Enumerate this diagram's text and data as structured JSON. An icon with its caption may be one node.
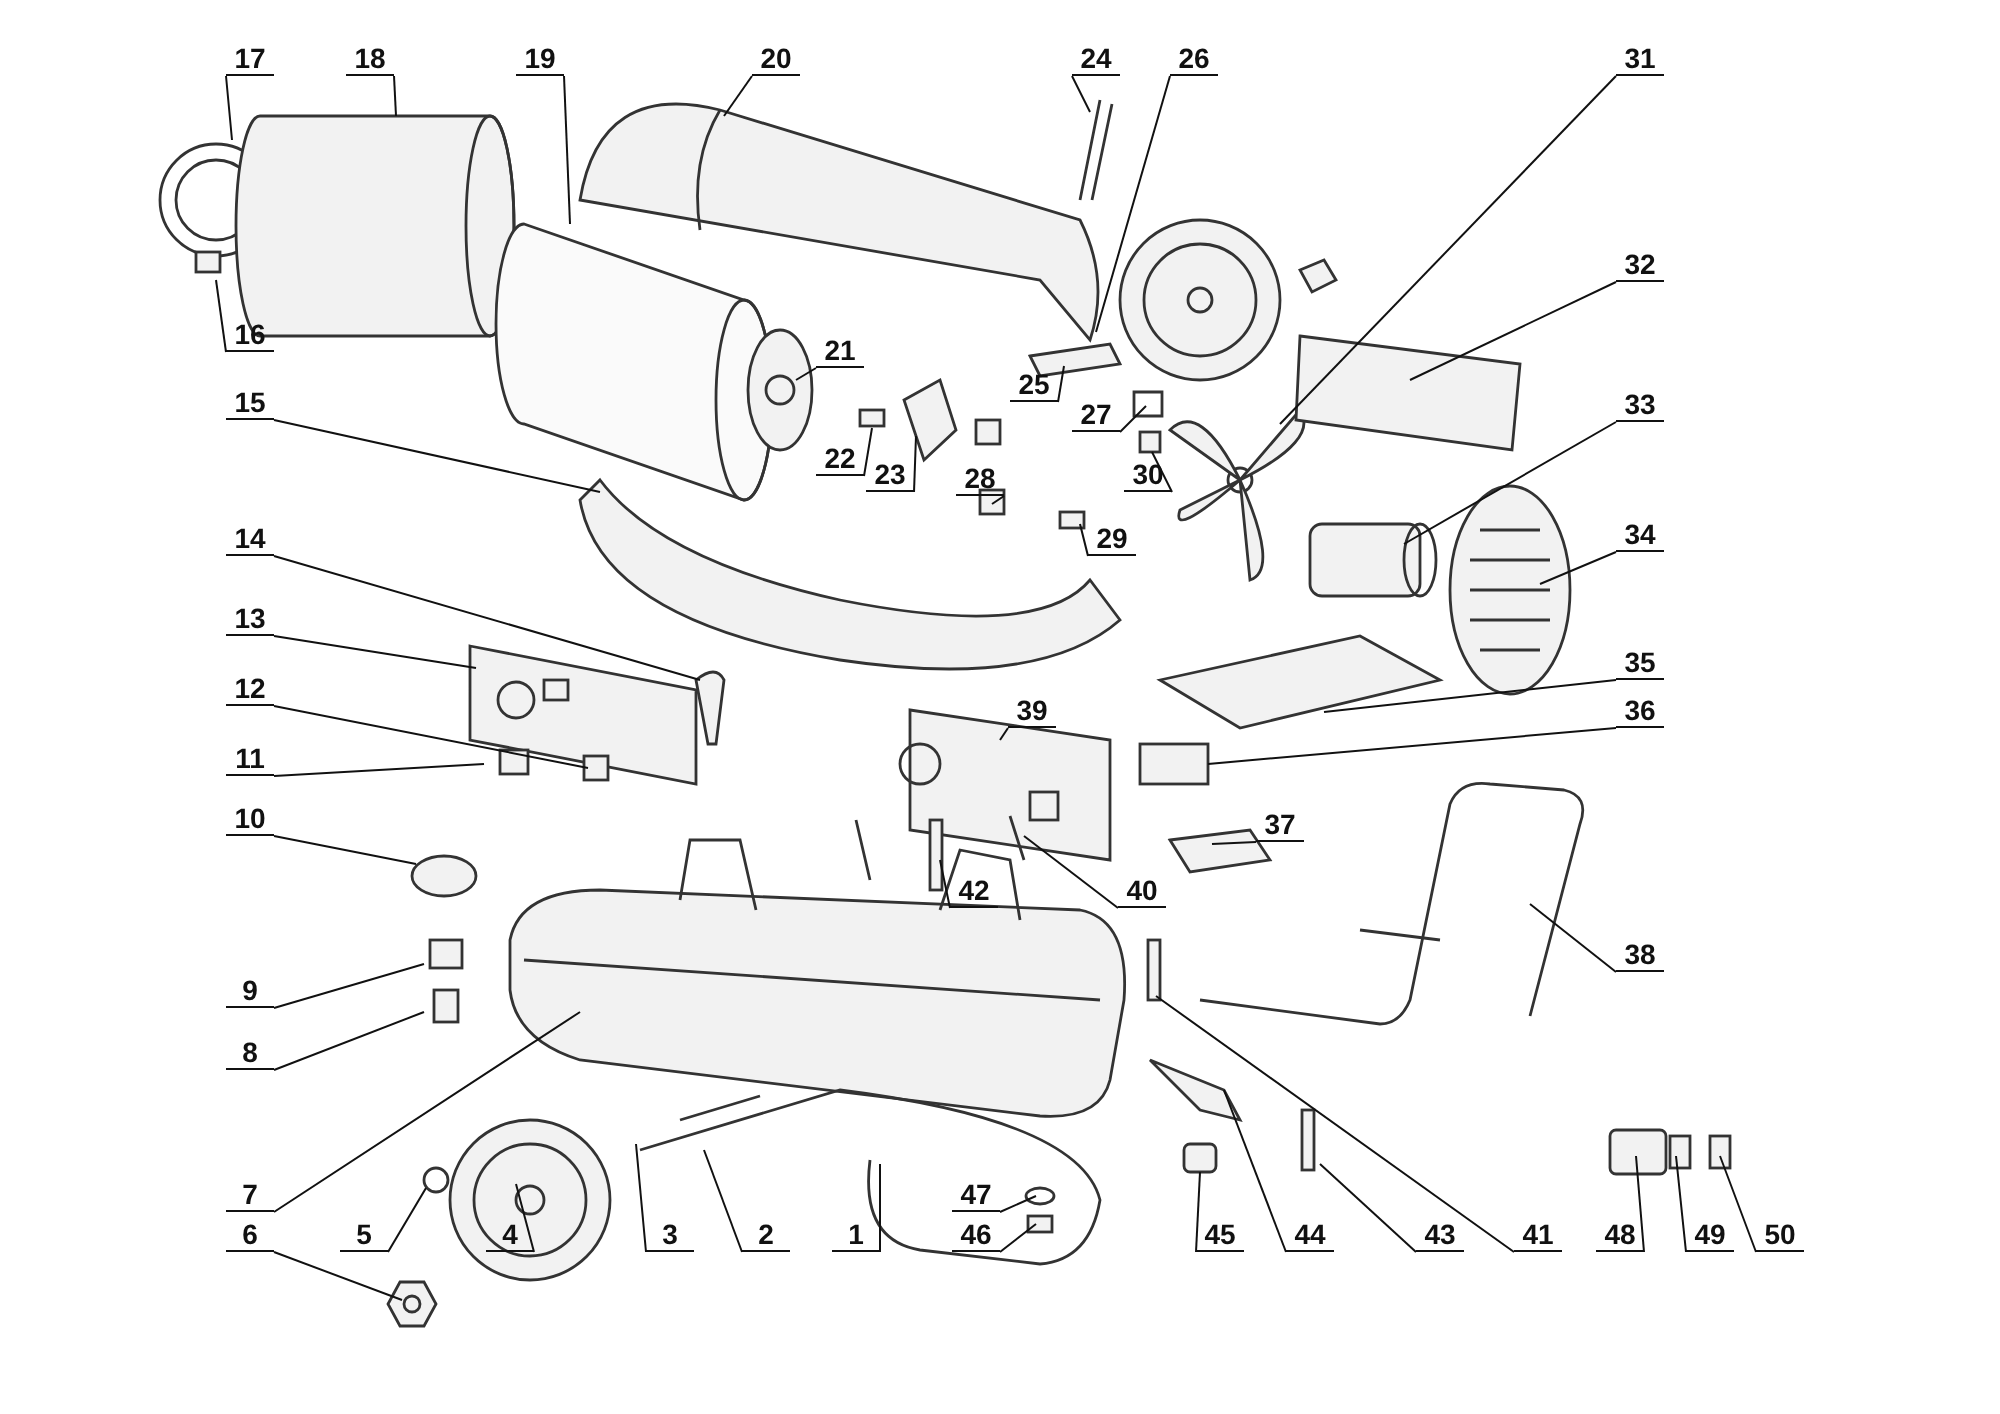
{
  "diagram": {
    "nodes": [
      {
        "text": [
          "1"
        ]
      },
      {
        "text": [
          "2"
        ]
      },
      {
        "text": [
          "3"
        ]
      },
      {
        "text": [
          "4"
        ]
      },
      {
        "text": [
          "5"
        ]
      },
      {
        "text": [
          "6"
        ]
      },
      {
        "text": [
          "7"
        ]
      },
      {
        "text": [
          "8"
        ]
      },
      {
        "text": [
          "9"
        ]
      },
      {
        "text": [
          "10"
        ]
      },
      {
        "text": [
          "11"
        ]
      },
      {
        "text": [
          "12"
        ]
      },
      {
        "text": [
          "13"
        ]
      },
      {
        "text": [
          "14"
        ]
      },
      {
        "text": [
          "15"
        ]
      },
      {
        "text": [
          "16"
        ]
      },
      {
        "text": [
          "17"
        ]
      },
      {
        "text": [
          "18"
        ]
      },
      {
        "text": [
          "19"
        ]
      },
      {
        "text": [
          "20"
        ]
      },
      {
        "text": [
          "21"
        ]
      },
      {
        "text": [
          "22"
        ]
      },
      {
        "text": [
          "23"
        ]
      },
      {
        "text": [
          "24"
        ]
      },
      {
        "text": [
          "25"
        ]
      },
      {
        "text": [
          "26"
        ]
      },
      {
        "text": [
          "27"
        ]
      },
      {
        "text": [
          "28"
        ]
      },
      {
        "text": [
          "29"
        ]
      },
      {
        "text": [
          "30"
        ]
      },
      {
        "text": [
          "31"
        ]
      },
      {
        "text": [
          "32"
        ]
      },
      {
        "text": [
          "33"
        ]
      },
      {
        "text": [
          "34"
        ]
      },
      {
        "text": [
          "35"
        ]
      },
      {
        "text": [
          "36"
        ]
      },
      {
        "text": [
          "37"
        ]
      },
      {
        "text": [
          "38"
        ]
      },
      {
        "text": [
          "39"
        ]
      },
      {
        "text": [
          "40"
        ]
      },
      {
        "text": [
          "41"
        ]
      },
      {
        "text": [
          "42"
        ]
      },
      {
        "text": [
          "43"
        ]
      },
      {
        "text": [
          "44"
        ]
      },
      {
        "text": [
          "45"
        ]
      },
      {
        "text": [
          "46"
        ]
      },
      {
        "text": [
          "47"
        ]
      },
      {
        "text": [
          "48"
        ]
      },
      {
        "text": [
          "49"
        ]
      },
      {
        "text": [
          "50"
        ]
      }
    ],
    "edges": [
      {
        "from": 0,
        "to": null,
        "arrow": "none"
      },
      {
        "from": 1,
        "to": null,
        "arrow": "none"
      },
      {
        "from": 2,
        "to": null,
        "arrow": "none"
      },
      {
        "from": 3,
        "to": null,
        "arrow": "none"
      },
      {
        "from": 4,
        "to": null,
        "arrow": "none"
      },
      {
        "from": 5,
        "to": null,
        "arrow": "none"
      },
      {
        "from": 6,
        "to": null,
        "arrow": "none"
      },
      {
        "from": 7,
        "to": null,
        "arrow": "none"
      },
      {
        "from": 8,
        "to": null,
        "arrow": "none"
      },
      {
        "from": 9,
        "to": null,
        "arrow": "none"
      },
      {
        "from": 10,
        "to": null,
        "arrow": "none"
      },
      {
        "from": 11,
        "to": null,
        "arrow": "none"
      },
      {
        "from": 12,
        "to": null,
        "arrow": "none"
      },
      {
        "from": 13,
        "to": null,
        "arrow": "none"
      },
      {
        "from": 14,
        "to": null,
        "arrow": "none"
      },
      {
        "from": 15,
        "to": null,
        "arrow": "none"
      },
      {
        "from": 16,
        "to": null,
        "arrow": "none"
      },
      {
        "from": 17,
        "to": null,
        "arrow": "none"
      },
      {
        "from": 18,
        "to": null,
        "arrow": "none"
      },
      {
        "from": 19,
        "to": null,
        "arrow": "none"
      },
      {
        "from": 20,
        "to": null,
        "arrow": "none"
      },
      {
        "from": 21,
        "to": null,
        "arrow": "none"
      },
      {
        "from": 22,
        "to": null,
        "arrow": "none"
      },
      {
        "from": 23,
        "to": null,
        "arrow": "none"
      },
      {
        "from": 24,
        "to": null,
        "arrow": "none"
      },
      {
        "from": 25,
        "to": null,
        "arrow": "none"
      },
      {
        "from": 26,
        "to": null,
        "arrow": "none"
      },
      {
        "from": 27,
        "to": null,
        "arrow": "none"
      },
      {
        "from": 28,
        "to": null,
        "arrow": "none"
      },
      {
        "from": 29,
        "to": null,
        "arrow": "none"
      },
      {
        "from": 30,
        "to": null,
        "arrow": "none"
      },
      {
        "from": 31,
        "to": null,
        "arrow": "none"
      },
      {
        "from": 32,
        "to": null,
        "arrow": "none"
      },
      {
        "from": 33,
        "to": null,
        "arrow": "none"
      },
      {
        "from": 34,
        "to": null,
        "arrow": "none"
      },
      {
        "from": 35,
        "to": null,
        "arrow": "none"
      },
      {
        "from": 36,
        "to": null,
        "arrow": "none"
      },
      {
        "from": 37,
        "to": null,
        "arrow": "none"
      },
      {
        "from": 38,
        "to": null,
        "arrow": "none"
      },
      {
        "from": 39,
        "to": null,
        "arrow": "none"
      },
      {
        "from": 40,
        "to": null,
        "arrow": "none"
      },
      {
        "from": 41,
        "to": null,
        "arrow": "none"
      },
      {
        "from": 42,
        "to": null,
        "arrow": "none"
      },
      {
        "from": 43,
        "to": null,
        "arrow": "none"
      },
      {
        "from": 44,
        "to": null,
        "arrow": "none"
      },
      {
        "from": 45,
        "to": null,
        "arrow": "none"
      },
      {
        "from": 46,
        "to": null,
        "arrow": "none"
      },
      {
        "from": 47,
        "to": null,
        "arrow": "none"
      },
      {
        "from": 48,
        "to": null,
        "arrow": "none"
      },
      {
        "from": 49,
        "to": null,
        "arrow": "none"
      }
    ]
  }
}
